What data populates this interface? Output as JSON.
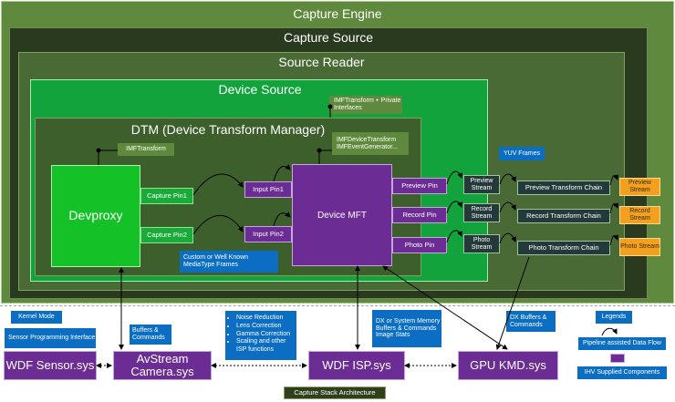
{
  "title": "Capture Engine",
  "capture_source": "Capture Source",
  "source_reader": "Source Reader",
  "device_source": "Device Source",
  "dtm": "DTM (Device Transform Manager)",
  "devproxy": "Devproxy",
  "device_mft": "Device MFT",
  "capture_pin1": "Capture Pin1",
  "capture_pin2": "Capture Pin2",
  "input_pin1": "Input Pin1",
  "input_pin2": "Input Pin2",
  "preview_pin": "Preview Pin",
  "record_pin": "Record Pin",
  "photo_pin": "Photo Pin",
  "preview_stream": "Preview Stream",
  "record_stream": "Record Stream",
  "photo_stream": "Photo Stream",
  "preview_chain": "Preview Transform Chain",
  "record_chain": "Record Transform Chain",
  "photo_chain": "Photo Transform Chain",
  "preview_out": "Preview Stream",
  "record_out": "Record Stream",
  "photo_out": "Photo Stream",
  "note_imft_private": "IMFTransform + Private Interfaces",
  "note_imftransform": "IMFTransform",
  "note_imfdevice": "IMFDeviceTransform IMFEventGenerator...",
  "note_yuv": "YUV Frames",
  "note_mediatype": "Custom or Well Known MediaType Frames",
  "kernel_mode": "Kernel Mode",
  "note_sensor": "Sensor Programming Interface",
  "note_buffers": "Buffers & Commands",
  "note_isp_list": [
    "Noise Reduction",
    "Lens Correction",
    "Gamma Correction",
    "Scaling and other ISP functions"
  ],
  "note_dx": "DX or System Memory Buffers & Commands Image Stats",
  "note_dx_buffers": "DX Buffers & Commands",
  "wdf_sensor": "WDF Sensor.sys",
  "avstream": "AvStream Camera.sys",
  "wdf_isp": "WDF ISP.sys",
  "gpu_kmd": "GPU KMD.sys",
  "legends_title": "Legends",
  "legend_pipeline": "Pipeline assisted Data Flow",
  "legend_ihv": "IHV Supplied Components",
  "footer": "Capture Stack Architecture",
  "colors": {
    "outer": "#5f8a3d",
    "capture_source": "#2a3a1f",
    "source_reader": "#4a6a35",
    "device_source": "#13a33c",
    "dtm": "#3c5f2c",
    "purple": "#6b2c94",
    "blue": "#0b6ec2",
    "orange": "#f2a01e"
  }
}
